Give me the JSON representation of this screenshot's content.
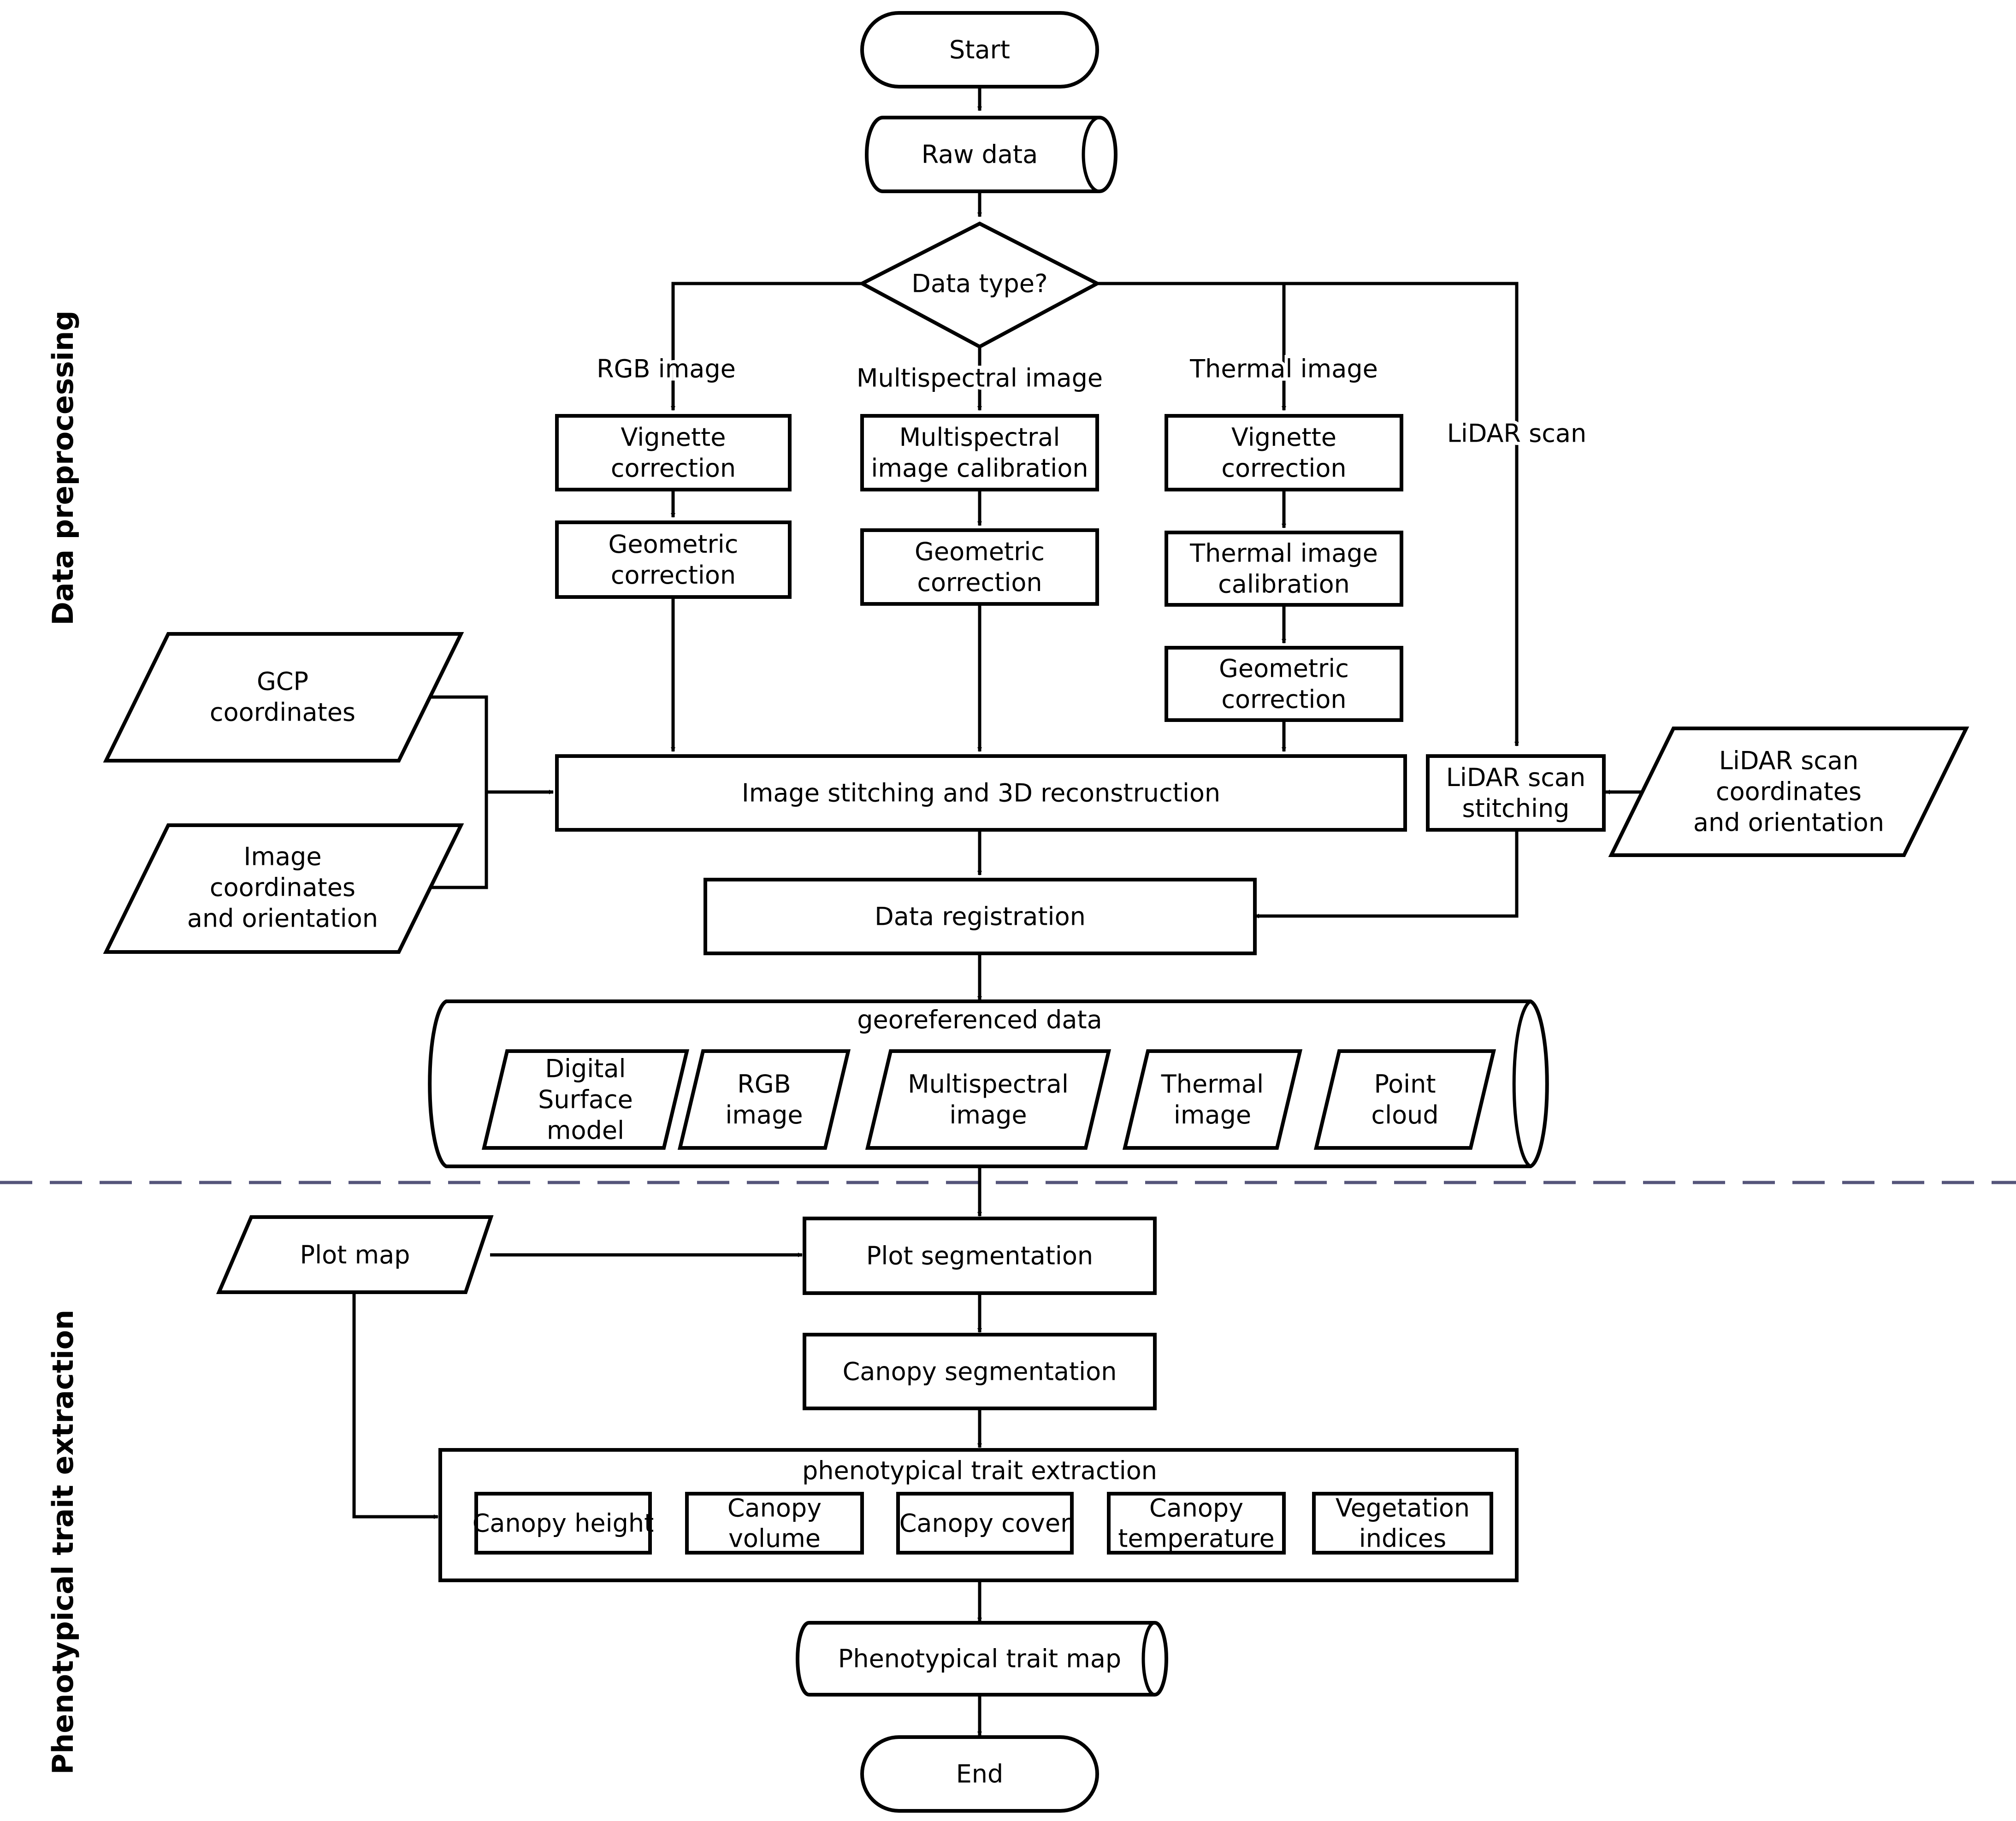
{
  "sections": {
    "preprocessing": "Data preprocessing",
    "extraction": "Phenotypical trait extraction"
  },
  "nodes": {
    "start": "Start",
    "raw_data": "Raw data",
    "data_type": "Data type?",
    "branch_rgb": "RGB image",
    "branch_multispectral": "Multispectral image",
    "branch_thermal": "Thermal image",
    "branch_lidar": "LiDAR scan",
    "rgb_vignette": [
      "Vignette",
      "correction"
    ],
    "rgb_geometric": [
      "Geometric",
      "correction"
    ],
    "ms_calibration": [
      "Multispectral",
      "image calibration"
    ],
    "ms_geometric": [
      "Geometric",
      "correction"
    ],
    "th_vignette": [
      "Vignette",
      "correction"
    ],
    "th_calibration": [
      "Thermal image",
      "calibration"
    ],
    "th_geometric": [
      "Geometric",
      "correction"
    ],
    "gcp": [
      "GCP",
      "coordinates"
    ],
    "image_coords": [
      "Image",
      "coordinates",
      "and orientation"
    ],
    "stitching": "Image stitching and 3D reconstruction",
    "lidar_stitching": [
      "LiDAR scan",
      "stitching"
    ],
    "lidar_coords": [
      "LiDAR scan",
      "coordinates",
      "and orientation"
    ],
    "registration": "Data registration",
    "georeferenced": {
      "title": "georeferenced data",
      "items": [
        [
          "Digital",
          "Surface",
          "model"
        ],
        [
          "RGB",
          "image"
        ],
        [
          "Multispectral",
          "image"
        ],
        [
          "Thermal",
          "image"
        ],
        [
          "Point",
          "cloud"
        ]
      ]
    },
    "plot_map": "Plot map",
    "plot_segmentation": "Plot segmentation",
    "canopy_segmentation": "Canopy segmentation",
    "traits": {
      "title": "phenotypical trait extraction",
      "items": [
        [
          "Canopy height"
        ],
        [
          "Canopy",
          "volume"
        ],
        [
          "Canopy cover"
        ],
        [
          "Canopy",
          "temperature"
        ],
        [
          "Vegetation",
          "indices"
        ]
      ]
    },
    "trait_map": "Phenotypical trait map",
    "end": "End"
  }
}
